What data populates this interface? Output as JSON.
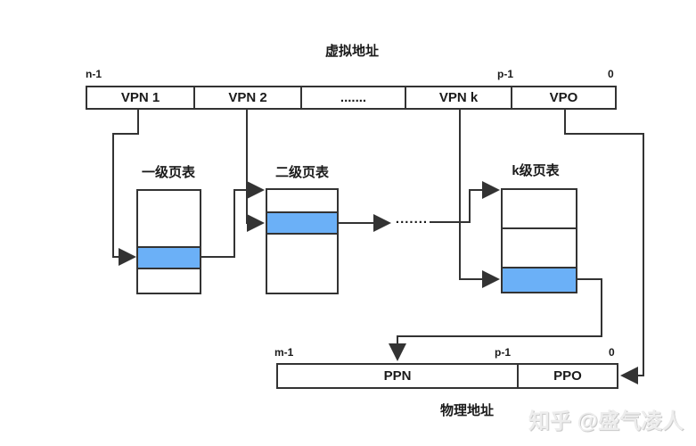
{
  "diagram": {
    "virtual_address_title": "虚拟地址",
    "physical_address_title": "物理地址",
    "bit_labels": {
      "top_left": "n-1",
      "top_p": "p-1",
      "top_zero": "0",
      "bottom_left": "m-1",
      "bottom_p": "p-1",
      "bottom_zero": "0"
    },
    "virtual_segments": [
      {
        "label": "VPN 1"
      },
      {
        "label": "VPN 2"
      },
      {
        "label": "......."
      },
      {
        "label": "VPN k"
      },
      {
        "label": "VPO"
      }
    ],
    "physical_segments": [
      {
        "label": "PPN"
      },
      {
        "label": "PPO"
      }
    ],
    "tables": [
      {
        "title": "一级页表"
      },
      {
        "title": "二级页表"
      },
      {
        "title": "k级页表"
      }
    ],
    "ellipsis_connector": ".......",
    "watermark": "知乎 @盛气凌人",
    "colors": {
      "highlight_blue": "#6bb0f7",
      "line": "#333333"
    }
  }
}
